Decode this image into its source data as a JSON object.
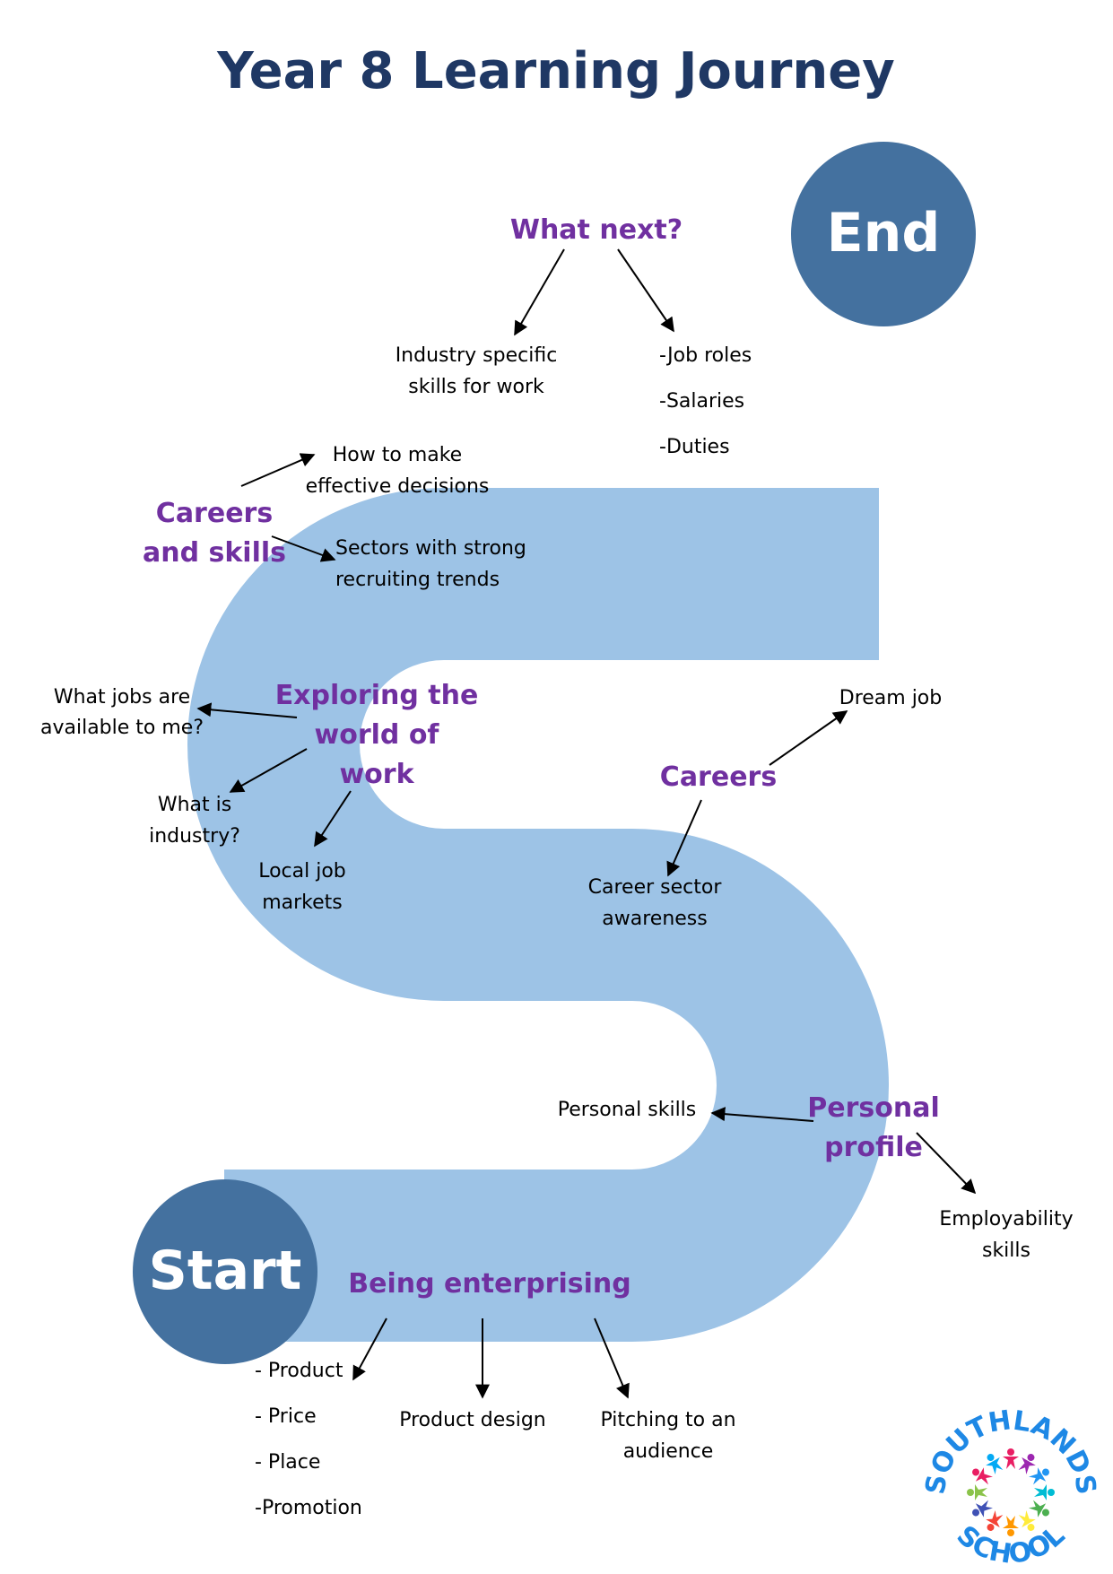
{
  "title": "Year 8 Learning Journey",
  "colors": {
    "title": "#1f3864",
    "path": "#9dc3e6",
    "circle": "#44719f",
    "node": "#7030a0",
    "text": "#000000"
  },
  "start_label": "Start",
  "end_label": "End",
  "nodes": {
    "what_next": "What next?",
    "careers_and_skills_1": "Careers",
    "careers_and_skills_2": "and skills",
    "exploring_1": "Exploring the",
    "exploring_2": "world of",
    "exploring_3": "work",
    "careers": "Careers",
    "personal_profile_1": "Personal",
    "personal_profile_2": "profile",
    "being_enterprising": "Being enterprising"
  },
  "labels": {
    "industry_1": "Industry specific",
    "industry_2": "skills for work",
    "job_roles": "-Job roles",
    "salaries": "-Salaries",
    "duties": "-Duties",
    "decisions_1": "How to make",
    "decisions_2": "effective decisions",
    "sectors_1": "Sectors with strong",
    "sectors_2": "recruiting trends",
    "jobs_available_1": "What jobs are",
    "jobs_available_2": "available to me?",
    "what_is_1": "What is",
    "what_is_2": "industry?",
    "local_1": "Local job",
    "local_2": "markets",
    "dream_job": "Dream job",
    "career_sector_1": "Career sector",
    "career_sector_2": "awareness",
    "personal_skills": "Personal skills",
    "employability_1": "Employability",
    "employability_2": "skills",
    "product": "- Product",
    "price": "- Price",
    "place": "- Place",
    "promotion": "-Promotion",
    "product_design": "Product design",
    "pitching_1": "Pitching to an",
    "pitching_2": "audience"
  },
  "logo": {
    "top": "SOUTHLANDS",
    "bottom": "SCHOOL",
    "figure_colors": [
      "#e91e63",
      "#9c27b0",
      "#2196f3",
      "#00bcd4",
      "#4caf50",
      "#ffeb3b",
      "#ff9800",
      "#f44336",
      "#3f51b5",
      "#8bc34a",
      "#e91e63",
      "#03a9f4"
    ]
  }
}
